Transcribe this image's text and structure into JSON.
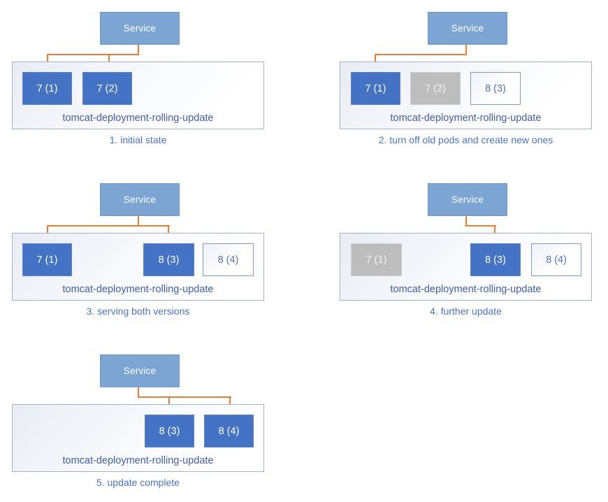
{
  "colors": {
    "service-fill": "#7DA5D3",
    "service-border": "#6E97C6",
    "pod-blue": "#4472C4",
    "pod-gray": "#BDBDBD",
    "pod-white-border": "#7E99D4",
    "pod-white-text": "#5272BC",
    "arrow": "#ED7D31",
    "container-border": "#9FB1D8",
    "label-color": "#3E5FAC",
    "caption-color": "#4775C9"
  },
  "panels": [
    {
      "caption": "1. initial state",
      "service_label": "Service",
      "deployment_label": "tomcat-deployment-rolling-update",
      "pods": [
        {
          "label": "7 (1)",
          "state": "active"
        },
        {
          "label": "7 (2)",
          "state": "active"
        }
      ]
    },
    {
      "caption": "2. turn off old pods and create new ones",
      "service_label": "Service",
      "deployment_label": "tomcat-deployment-rolling-update",
      "pods": [
        {
          "label": "7 (1)",
          "state": "active"
        },
        {
          "label": "7 (2)",
          "state": "terminated"
        },
        {
          "label": "8 (3)",
          "state": "pending"
        }
      ]
    },
    {
      "caption": "3. serving both versions",
      "service_label": "Service",
      "deployment_label": "tomcat-deployment-rolling-update",
      "pods": [
        {
          "label": "7 (1)",
          "state": "active"
        },
        {
          "label": "8 (3)",
          "state": "active"
        },
        {
          "label": "8 (4)",
          "state": "pending"
        }
      ]
    },
    {
      "caption": "4. further update",
      "service_label": "Service",
      "deployment_label": "tomcat-deployment-rolling-update",
      "pods": [
        {
          "label": "7 (1)",
          "state": "terminated"
        },
        {
          "label": "8 (3)",
          "state": "active"
        },
        {
          "label": "8 (4)",
          "state": "pending"
        }
      ]
    },
    {
      "caption": "5. update complete",
      "service_label": "Service",
      "deployment_label": "tomcat-deployment-rolling-update",
      "pods": [
        {
          "label": "8 (3)",
          "state": "active"
        },
        {
          "label": "8 (4)",
          "state": "active"
        }
      ]
    }
  ]
}
